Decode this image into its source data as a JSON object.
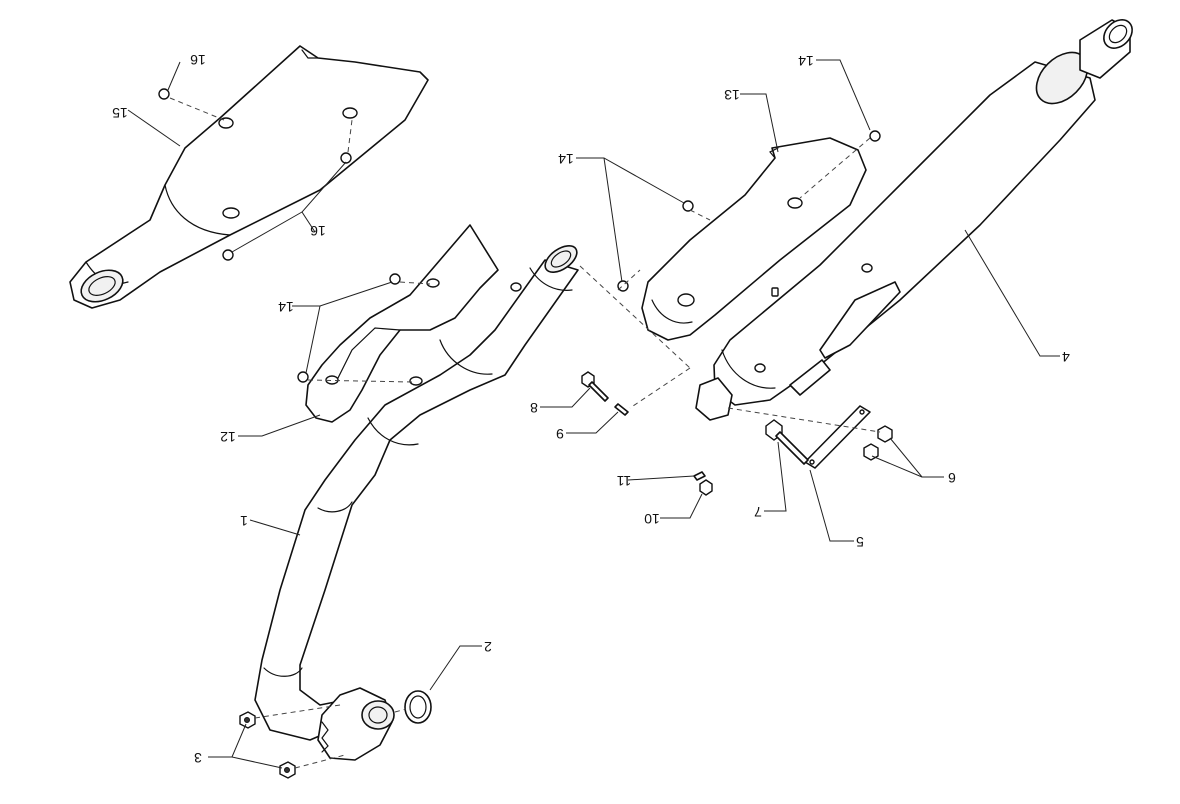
{
  "callouts": {
    "c1": "1",
    "c2": "2",
    "c3": "3",
    "c4": "4",
    "c5": "5",
    "c6": "6",
    "c7": "7",
    "c8": "8",
    "c9": "9",
    "c10": "10",
    "c11": "11",
    "c12": "12",
    "c13": "13",
    "c14a": "14",
    "c14b": "14",
    "c14c": "14",
    "c15": "15",
    "c16a": "16",
    "c16b": "16"
  }
}
